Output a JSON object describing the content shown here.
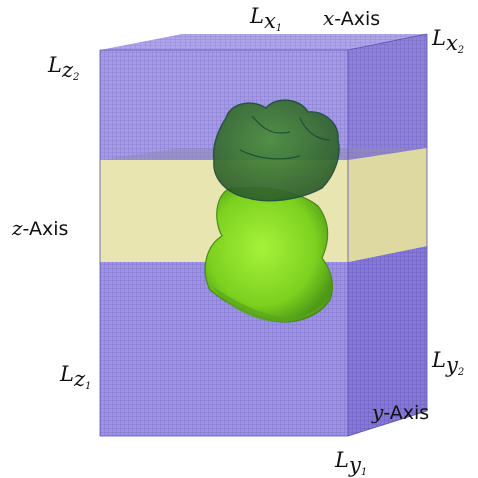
{
  "labels": {
    "lx1": {
      "letter": "L",
      "sub": "x",
      "subsub": "1"
    },
    "lx2": {
      "letter": "L",
      "sub": "x",
      "subsub": "2"
    },
    "lz2": {
      "letter": "L",
      "sub": "z",
      "subsub": "2"
    },
    "lz1": {
      "letter": "L",
      "sub": "z",
      "subsub": "1"
    },
    "ly2": {
      "letter": "L",
      "sub": "y",
      "subsub": "2"
    },
    "ly1": {
      "letter": "L",
      "sub": "y",
      "subsub": "1"
    }
  },
  "axes": {
    "x": {
      "var": "x",
      "text": "-Axis"
    },
    "y": {
      "var": "y",
      "text": "-Axis"
    },
    "z": {
      "var": "z",
      "text": "-Axis"
    }
  },
  "colors": {
    "mesh_block": "#9a8fe0",
    "mesh_line": "#6d5fc6",
    "middle_slab": "#e9e6b4",
    "object_green": "#7ed321",
    "object_dark": "#2f6b2a"
  }
}
